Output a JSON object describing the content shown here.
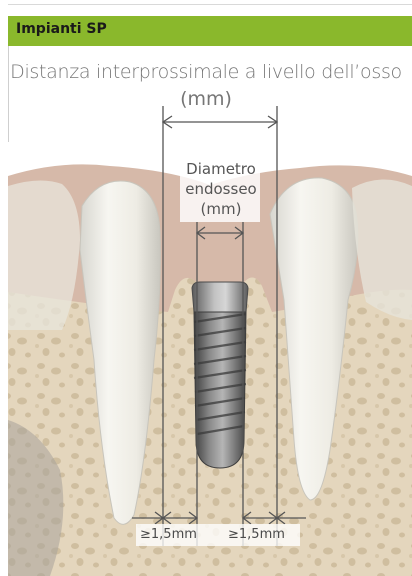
{
  "header": {
    "title": "Impianti SP",
    "accent_color": "#8ab82c"
  },
  "labels": {
    "interproximal_line1": "Distanza interprossimale a livello dell’osso",
    "interproximal_line2": "(mm)",
    "endosseous_line1": "Diametro",
    "endosseous_line2": "endosseo",
    "endosseous_line3": "(mm)",
    "min_left": "≥1,5mm",
    "min_right": "≥1,5mm"
  },
  "colors": {
    "bone": "#e4d6bd",
    "bone_pores": "#cdbb9c",
    "gum": "#d9a8a5",
    "tooth": "#f3f1e9",
    "implant": "#6e6e6e",
    "dimension_line": "#555555"
  }
}
